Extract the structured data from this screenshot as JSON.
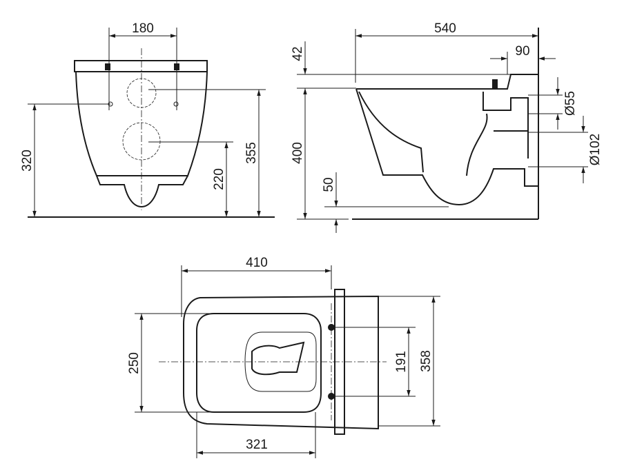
{
  "front_view": {
    "width_between_bolts": "180",
    "bolt_height": "320",
    "height_total": "355",
    "outlet_height": "220"
  },
  "side_view": {
    "depth": "540",
    "rear_offset": "90",
    "top_offset": "42",
    "rim_height": "400",
    "bottom_offset": "50",
    "inlet_diameter": "Ø55",
    "outlet_diameter": "Ø102"
  },
  "top_view": {
    "length": "410",
    "inner_width": "250",
    "total_width": "358",
    "bolt_spacing": "191",
    "inner_length": "321"
  }
}
